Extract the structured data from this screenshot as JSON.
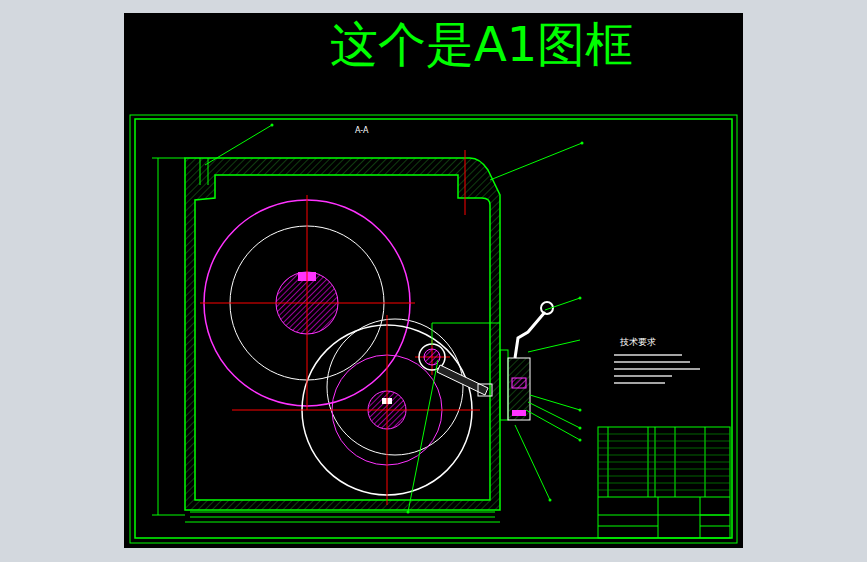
{
  "diagram": {
    "title": "这个是A1图框",
    "labels": [
      "A-A",
      "技术要求"
    ]
  }
}
